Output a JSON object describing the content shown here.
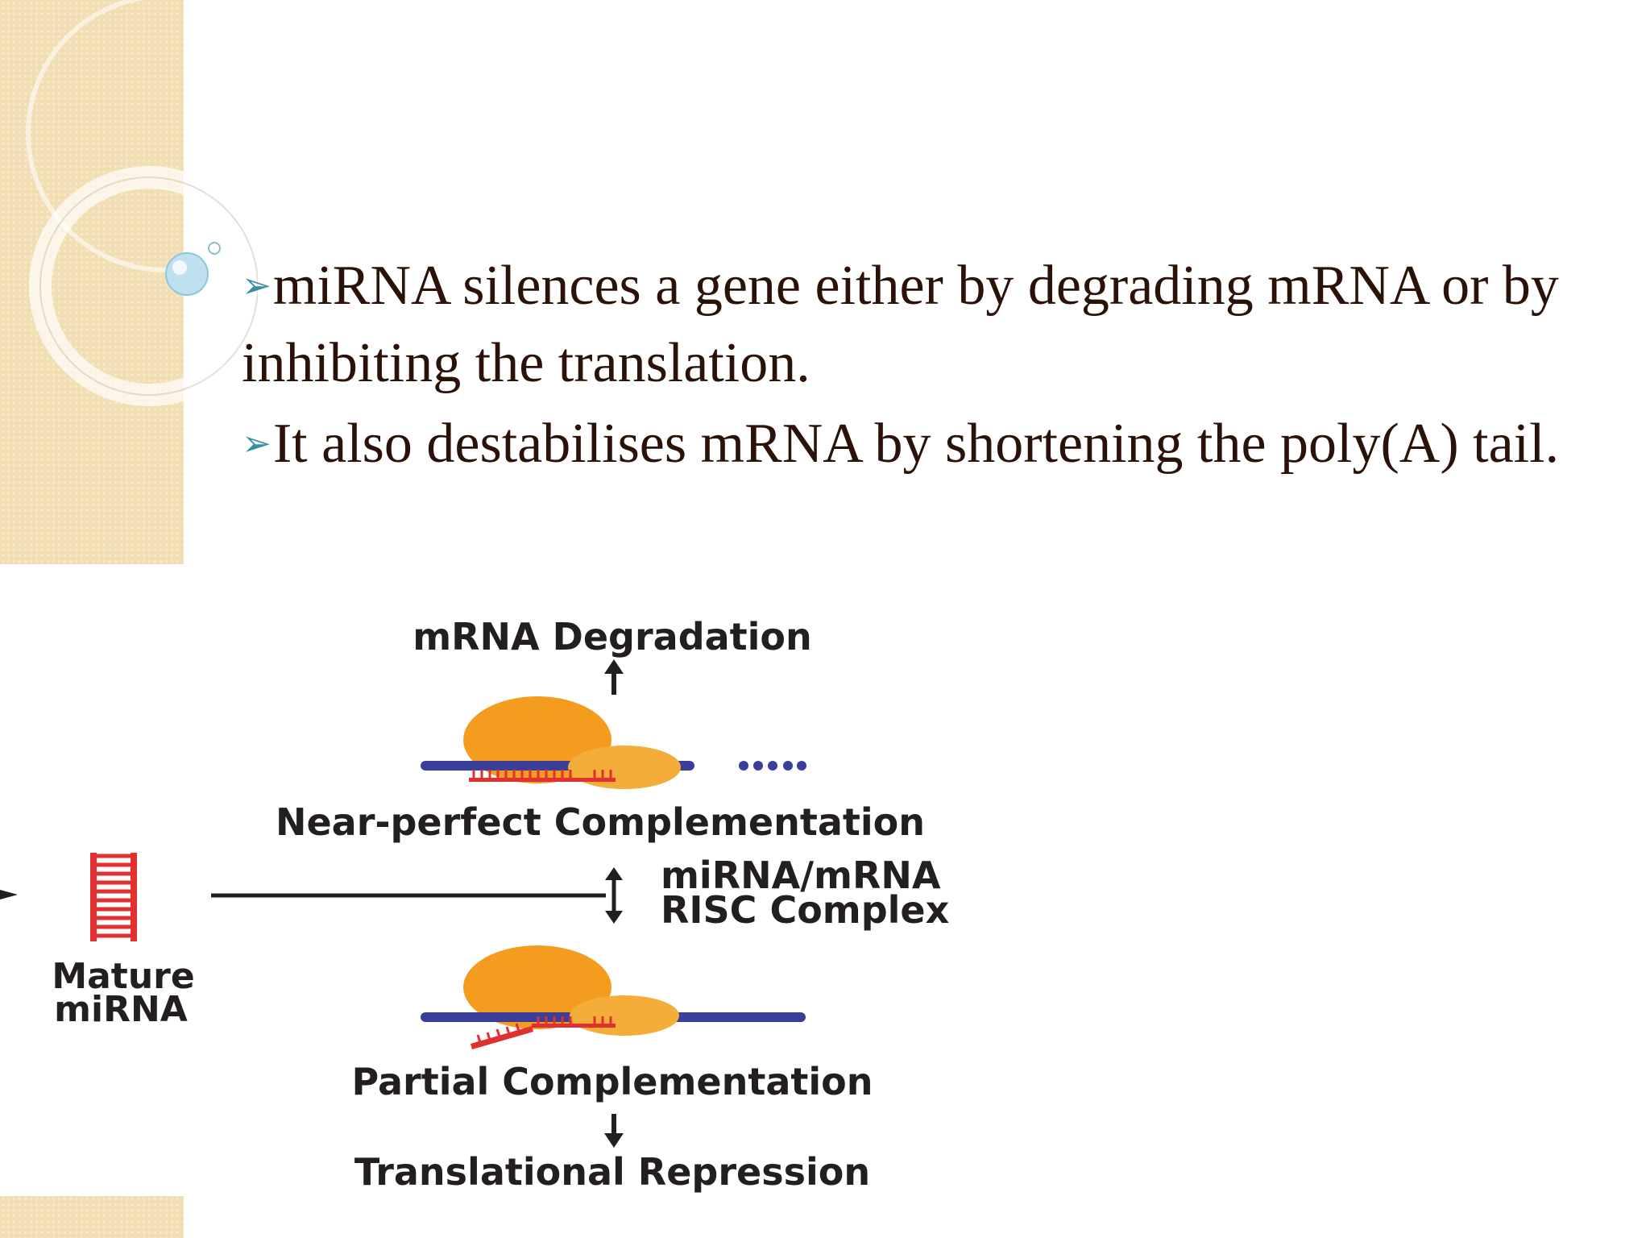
{
  "slide": {
    "bullets": [
      "miRNA silences a gene either by degrading mRNA or by inhibiting the translation.",
      "It also destabilises mRNA by shortening the poly(A) tail."
    ],
    "bullet_marker": "➢"
  },
  "diagram": {
    "top_label": "mRNA Degradation",
    "near_label": "Near-perfect Complementation",
    "complex_line1": "miRNA/mRNA",
    "complex_line2": "RISC Complex",
    "mature_line1": "Mature",
    "mature_line2": "miRNA",
    "partial_label": "Partial Complementation",
    "bottom_label": "Translational Repression"
  },
  "colors": {
    "sidebar": "#f1deb3",
    "text": "#2b1208",
    "bullet_arrow": "#3a8da6",
    "ribosome_large": "#f39c1e",
    "ribosome_small": "#f5ad3a",
    "mrna_strand": "#3a3f9a",
    "mirna": "#e03030"
  }
}
